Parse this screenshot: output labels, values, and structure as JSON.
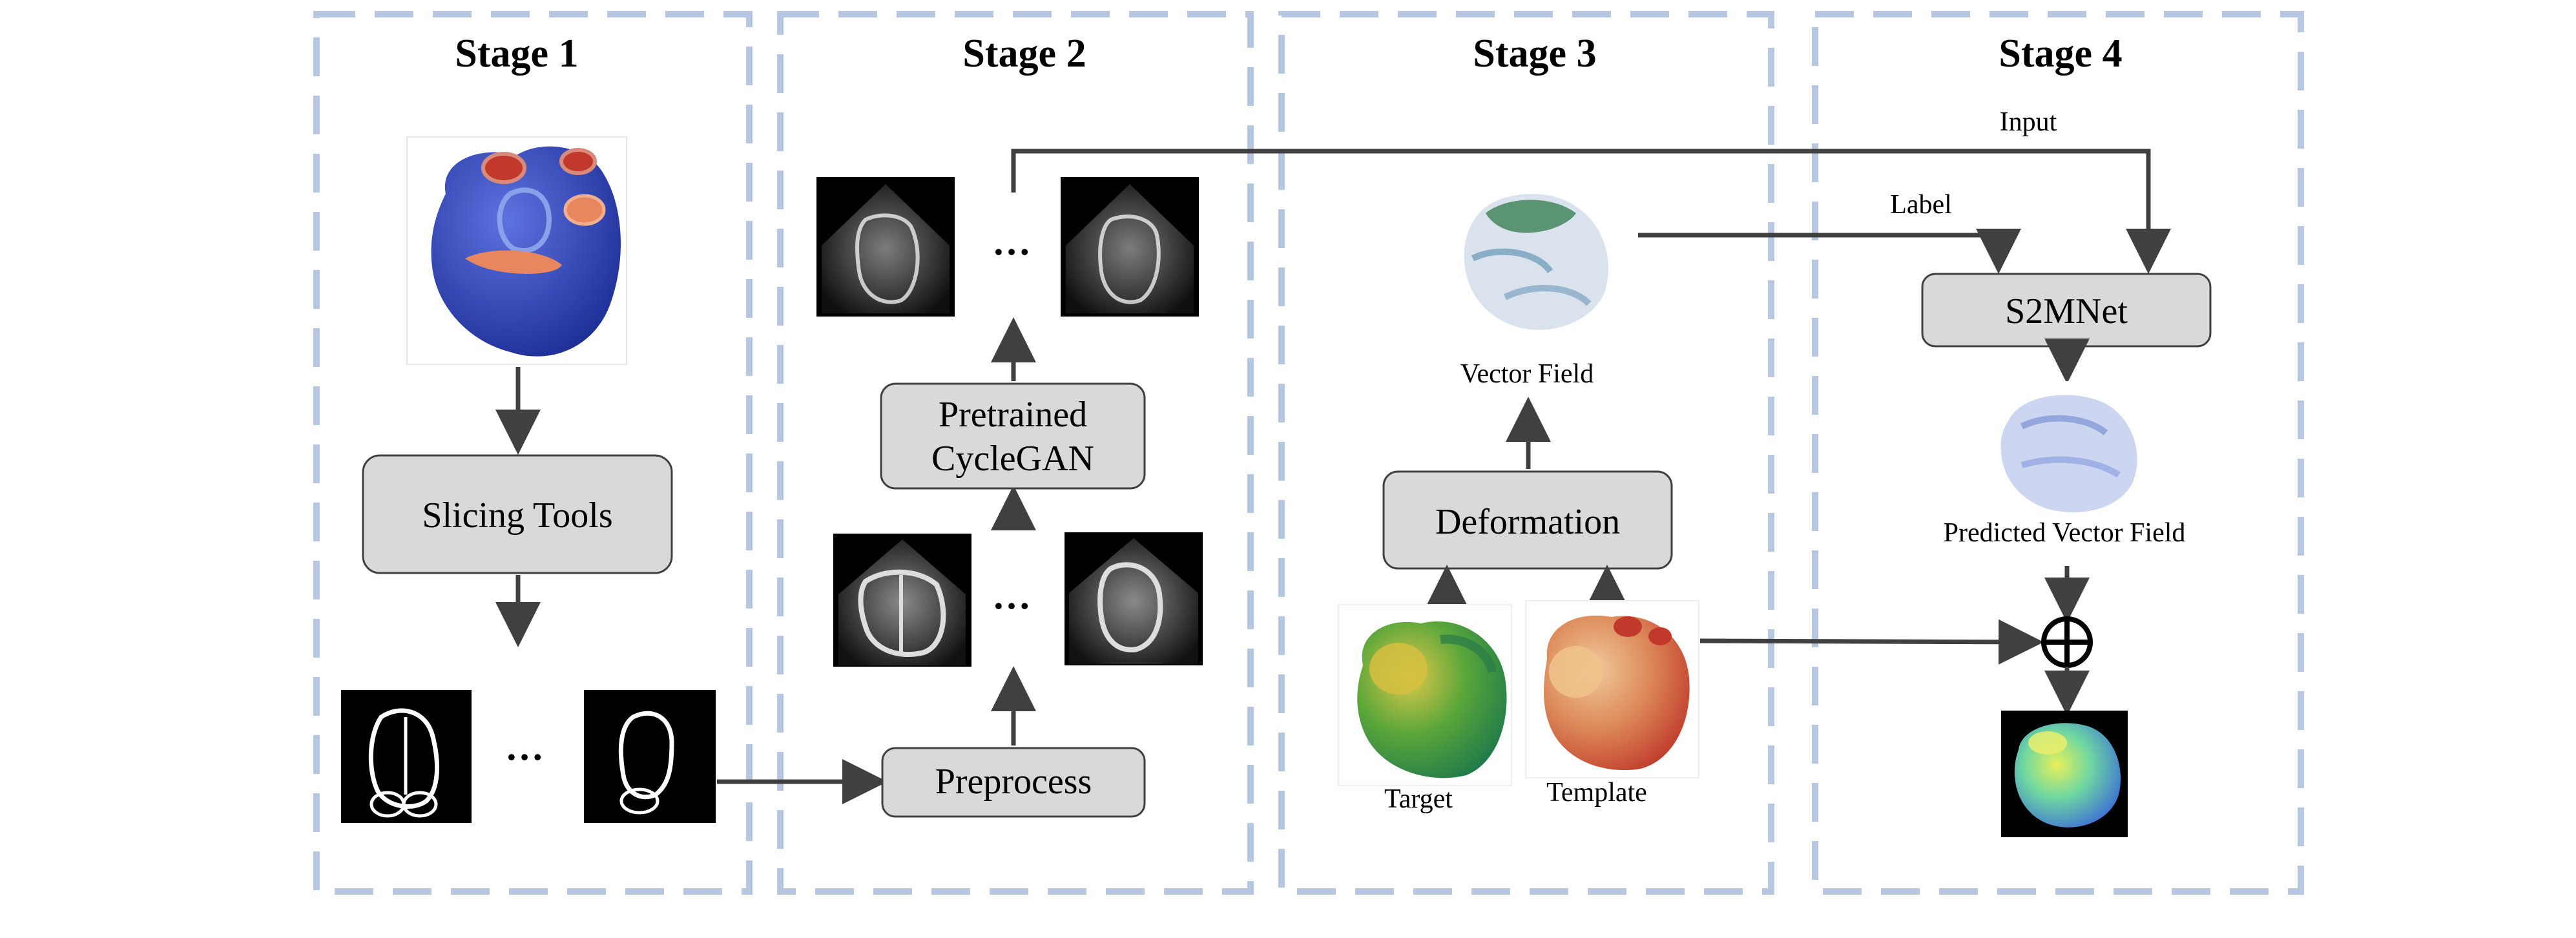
{
  "stages": [
    {
      "title": "Stage 1"
    },
    {
      "title": "Stage 2"
    },
    {
      "title": "Stage 3"
    },
    {
      "title": "Stage 4"
    }
  ],
  "boxes": {
    "slicing": "Slicing Tools",
    "preprocess": "Preprocess",
    "cyclegan_line1": "Pretrained",
    "cyclegan_line2": "CycleGAN",
    "deformation": "Deformation",
    "s2mnet": "S2MNet"
  },
  "labels": {
    "vector_field": "Vector Field",
    "target": "Target",
    "template": "Template",
    "input": "Input",
    "label": "Label",
    "predicted_vector_field": "Predicted Vector Field"
  },
  "ellipsis": "…",
  "colors": {
    "stage_border": "#b7c7e2",
    "box_fill": "#d9d9d9",
    "box_stroke": "#404040",
    "arrow": "#404040",
    "heart_blue": "#2e43b6",
    "heart_orange": "#e8865d",
    "target_green": "#3a9a3a",
    "target_yellow": "#c8b83c",
    "template_red": "#d85a3a",
    "template_tan": "#e2b07a"
  }
}
